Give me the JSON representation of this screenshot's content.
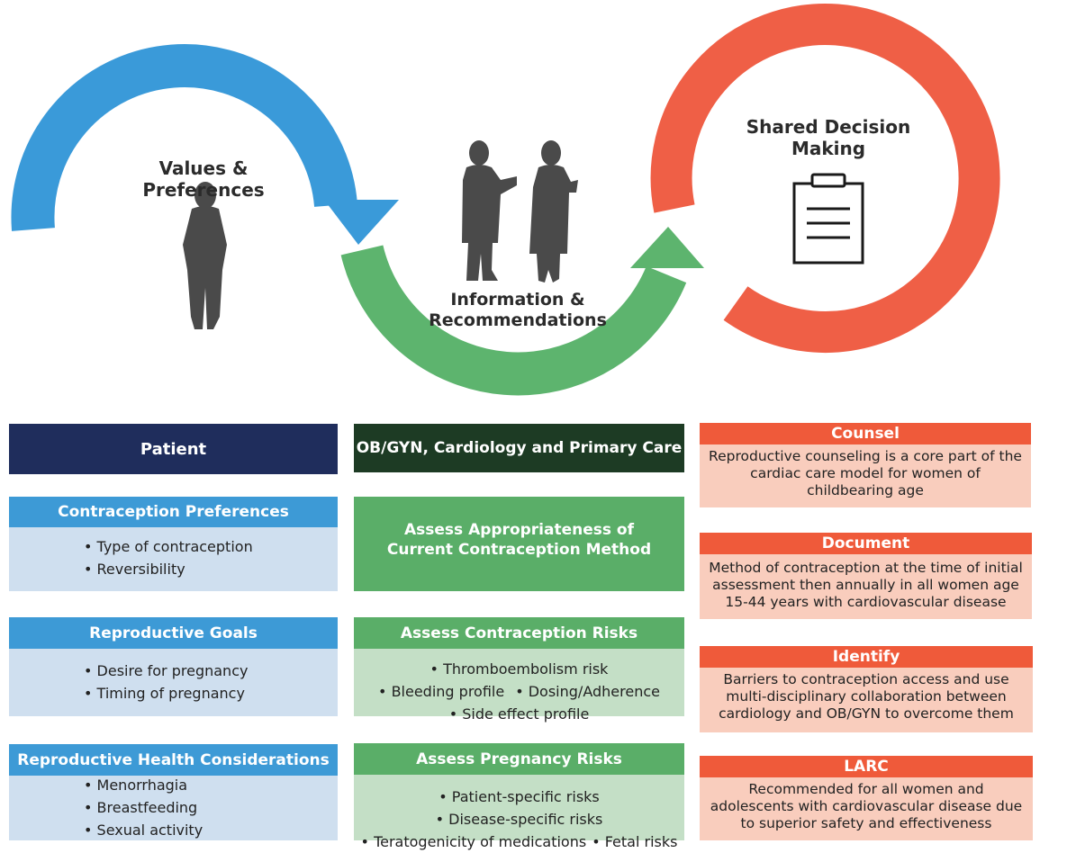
{
  "diagram": {
    "values_label": "Values & Preferences",
    "info_label": [
      "Information &",
      "Recommendations"
    ],
    "shared_label": [
      "Shared Decision",
      "Making"
    ]
  },
  "colors": {
    "blue_arc": "#3a9ad9",
    "green_arc": "#5db46e",
    "red_ring": "#ef5f46",
    "patient_header": "#1f2d5c",
    "care_header": "#1d3b24",
    "blue_header": "#3d9ad6",
    "blue_body": "#cfdfef",
    "green_header": "#5aae68",
    "green_body": "#c4dfc6",
    "red_header": "#ef5a3a",
    "red_body": "#f9cdbd",
    "silhouette": "#4a4a4a"
  },
  "icons": [
    "patient-silhouette-icon",
    "doctors-silhouette-icon",
    "clipboard-icon"
  ],
  "patient_column": {
    "header": "Patient",
    "sections": [
      {
        "title": "Contraception Preferences",
        "items": [
          "Type of contraception",
          "Reversibility"
        ]
      },
      {
        "title": "Reproductive Goals",
        "items": [
          "Desire for pregnancy",
          "Timing of pregnancy"
        ]
      },
      {
        "title": "Reproductive Health Considerations",
        "items": [
          "Menorrhagia",
          "Breastfeeding",
          "Sexual activity"
        ]
      }
    ]
  },
  "care_column": {
    "header": "OB/GYN, Cardiology and Primary Care",
    "appropriateness": [
      "Assess Appropriateness of",
      "Current Contraception Method"
    ],
    "contraception_risks": {
      "title": "Assess Contraception Risks",
      "items": [
        "Thromboembolism risk",
        "Bleeding profile",
        "Dosing/Adherence",
        "Side effect profile"
      ]
    },
    "pregnancy_risks": {
      "title": "Assess Pregnancy Risks",
      "items": [
        "Patient-specific risks",
        "Disease-specific risks",
        "Teratogenicity of medications",
        "Fetal risks"
      ]
    }
  },
  "action_column": [
    {
      "title": "Counsel",
      "text": "Reproductive counseling is a core part of the cardiac care model for women of childbearing age"
    },
    {
      "title": "Document",
      "text": "Method of contraception at the time of initial assessment then annually in all women age 15-44 years with cardiovascular disease"
    },
    {
      "title": "Identify",
      "text": "Barriers to contraception access and use multi-disciplinary collaboration between cardiology and OB/GYN to overcome them"
    },
    {
      "title": "LARC",
      "text": "Recommended for all women and adolescents with cardiovascular disease due to superior safety and effectiveness"
    }
  ]
}
